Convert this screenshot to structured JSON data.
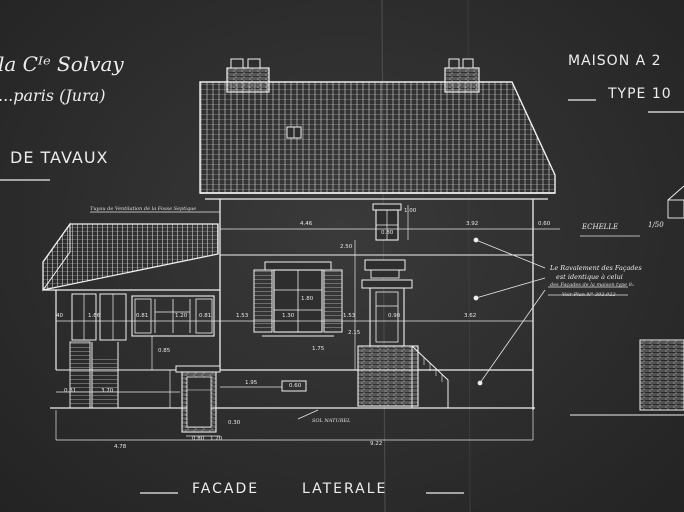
{
  "header": {
    "company": "la Cᴵᵉ Solvay",
    "location": "...paris (Jura)",
    "site": "DE TAVAUX",
    "house": "MAISON A 2",
    "type": "TYPE 10"
  },
  "annotations": {
    "ventilation": "Tuyau de Ventilation de la Fosse Septique",
    "scale_label": "ECHELLE",
    "scale_value": "1/50",
    "note_line1": "Le Ravalement des Façades",
    "note_line2": "est identique à celui",
    "note_line3": "des Façades de la maison type 8ₐ",
    "note_line4": "Voir Plan N° 392.022",
    "ground": "SOL NATUREL"
  },
  "dimensions": {
    "d446": "4.46",
    "d392": "3.92",
    "d060_top": "0.60",
    "d080_win": "0.80",
    "d100_win": "1.00",
    "d040": "40",
    "d166": "1.66",
    "d081": "0.81",
    "d120": "1.20",
    "d081b": "0.81",
    "d153": "1.53",
    "d130": "1.30",
    "d153b": "1.53",
    "d090": "0.90",
    "d362": "3.62",
    "d180": "1.80",
    "d215": "2.15",
    "d175": "1.75",
    "d085": "0.85",
    "d031": "0.31",
    "d370": "3.70",
    "d195": "1.95",
    "d060_low": "0.60",
    "d080_bot": "0.80",
    "d120_bot": "1.20",
    "d478": "4.78",
    "d922": "9.22",
    "d030": "0.30",
    "d250": "2.50"
  },
  "footer": {
    "title_left": "FACADE",
    "title_right": "LATERALE"
  }
}
